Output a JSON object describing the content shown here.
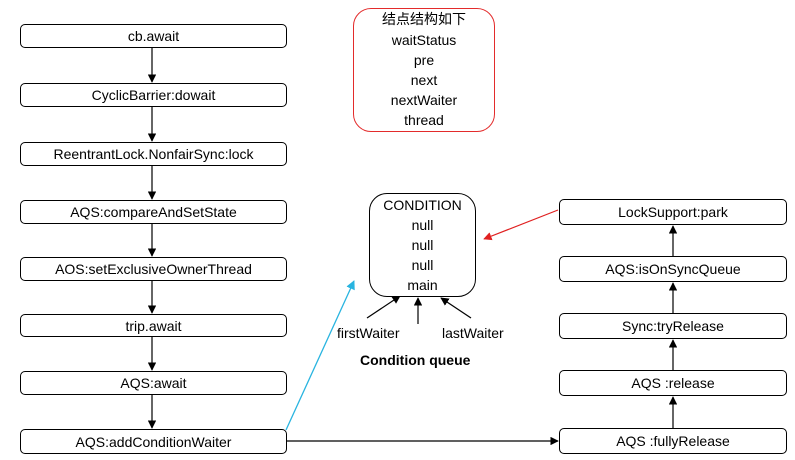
{
  "left_chain": [
    "cb.await",
    "CyclicBarrier:dowait",
    "ReentrantLock.NonfairSync:lock",
    "AQS:compareAndSetState",
    "AOS:setExclusiveOwnerThread",
    "trip.await",
    "AQS:await",
    "AQS:addConditionWaiter"
  ],
  "right_chain": [
    "LockSupport:park",
    "AQS:isOnSyncQueue",
    "Sync:tryRelease",
    "AQS :release",
    "AQS :fullyRelease"
  ],
  "node_structure": {
    "title": "结点结构如下",
    "fields": [
      "waitStatus",
      "pre",
      "next",
      "nextWaiter",
      "thread"
    ]
  },
  "condition_node": {
    "fields": [
      "CONDITION",
      "null",
      "null",
      "null",
      "main"
    ]
  },
  "condition_queue": {
    "first_label": "firstWaiter",
    "last_label": "lastWaiter",
    "caption": "Condition queue"
  },
  "colors": {
    "node_border_red": "#e32b2b",
    "park_arrow_red": "#e02020",
    "cyan_arrow": "#28b4e0",
    "black": "#000000"
  }
}
